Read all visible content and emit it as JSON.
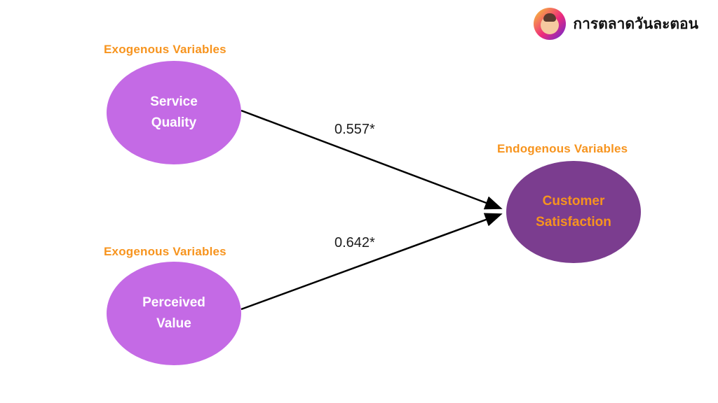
{
  "brand": {
    "logo_text": "การตลาดวันละตอน",
    "logo_icon": "avatar-gradient-circle"
  },
  "diagram": {
    "labels": {
      "exogenous_top": "Exogenous Variables",
      "exogenous_bottom": "Exogenous Variables",
      "endogenous": "Endogenous Variables"
    },
    "nodes": [
      {
        "id": "service-quality",
        "type": "exogenous",
        "line1": "Service",
        "line2": "Quality"
      },
      {
        "id": "perceived-value",
        "type": "exogenous",
        "line1": "Perceived",
        "line2": "Value"
      },
      {
        "id": "customer-satisfaction",
        "type": "endogenous",
        "line1": "Customer",
        "line2": "Satisfaction"
      }
    ],
    "paths": [
      {
        "from": "service-quality",
        "to": "customer-satisfaction",
        "coefficient": "0.557*"
      },
      {
        "from": "perceived-value",
        "to": "customer-satisfaction",
        "coefficient": "0.642*"
      }
    ]
  },
  "colors": {
    "exogenous_fill": "#C46AE5",
    "endogenous_fill": "#7B3D8F",
    "accent_orange": "#F7941E",
    "arrow": "#000000",
    "background": "#FFFFFF"
  }
}
